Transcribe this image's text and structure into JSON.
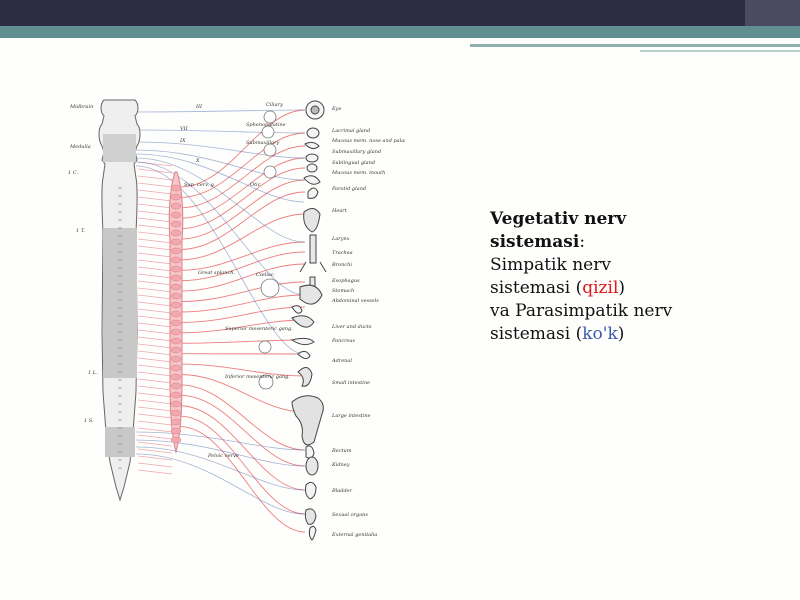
{
  "figure": {
    "labels_left": [
      "Midbrain",
      "Medulla",
      "1 C.",
      "1 T.",
      "1 L.",
      "1 S."
    ],
    "nerve_labels": [
      "III",
      "VII",
      "IX",
      "X"
    ],
    "ganglia": [
      "Ciliary",
      "Sphenopalatine",
      "Submaxillary",
      "Otic",
      "Sup. cerv. g.",
      "Great splanch.",
      "Cœliac",
      "Superior mesenteric gang.",
      "Inferior mesenteric gang.",
      "Pelvic nerve"
    ],
    "organs": [
      "Eye",
      "Lacrimal gland",
      "Mucous mem. nose and palate",
      "Submaxillary gland",
      "Sublingual gland",
      "Mucous mem. mouth",
      "Parotid gland",
      "Heart",
      "Larynx",
      "Trachea",
      "Bronchi",
      "Esophagus",
      "Stomach",
      "Abdominal vessels",
      "Liver and ducts",
      "Pancreas",
      "Adrenal",
      "Small intestine",
      "Large intestine",
      "Rectum",
      "Kidney",
      "Bladder",
      "Sexual organs",
      "External genitalia"
    ]
  },
  "text": {
    "title_line1": "Vegetativ nerv",
    "title_line2": "sistemasi",
    "title_suffix": ":",
    "line3": "Simpatik nerv",
    "line4_prefix": "sistemasi (",
    "line4_red": "qizil",
    "line4_suffix": ")",
    "line5": "va Parasimpatik nerv",
    "line6_prefix": "sistemasi (",
    "line6_blue": "ko'k",
    "line6_suffix": ")"
  },
  "colors": {
    "sympathetic": "#e0161b",
    "parasympathetic": "#3c5aa6",
    "header_dark": "#2c2d44",
    "header_teal": "#5f8f8e"
  }
}
